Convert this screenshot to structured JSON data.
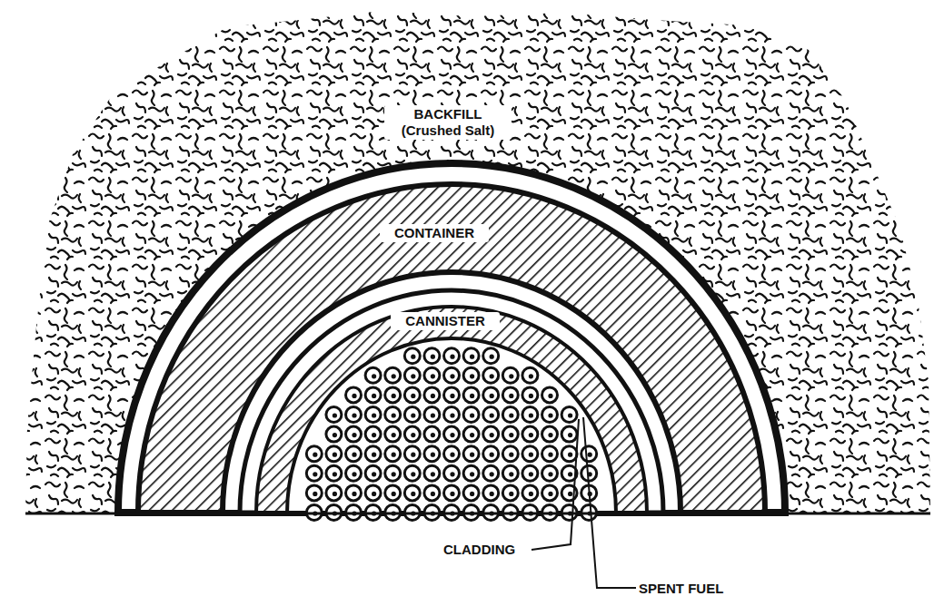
{
  "diagram": {
    "labels": [
      "BACKFILL (Crushed Salt)",
      "CONTAINER",
      "CANNISTER",
      "CLADDING",
      "SPENT FUEL"
    ]
  }
}
